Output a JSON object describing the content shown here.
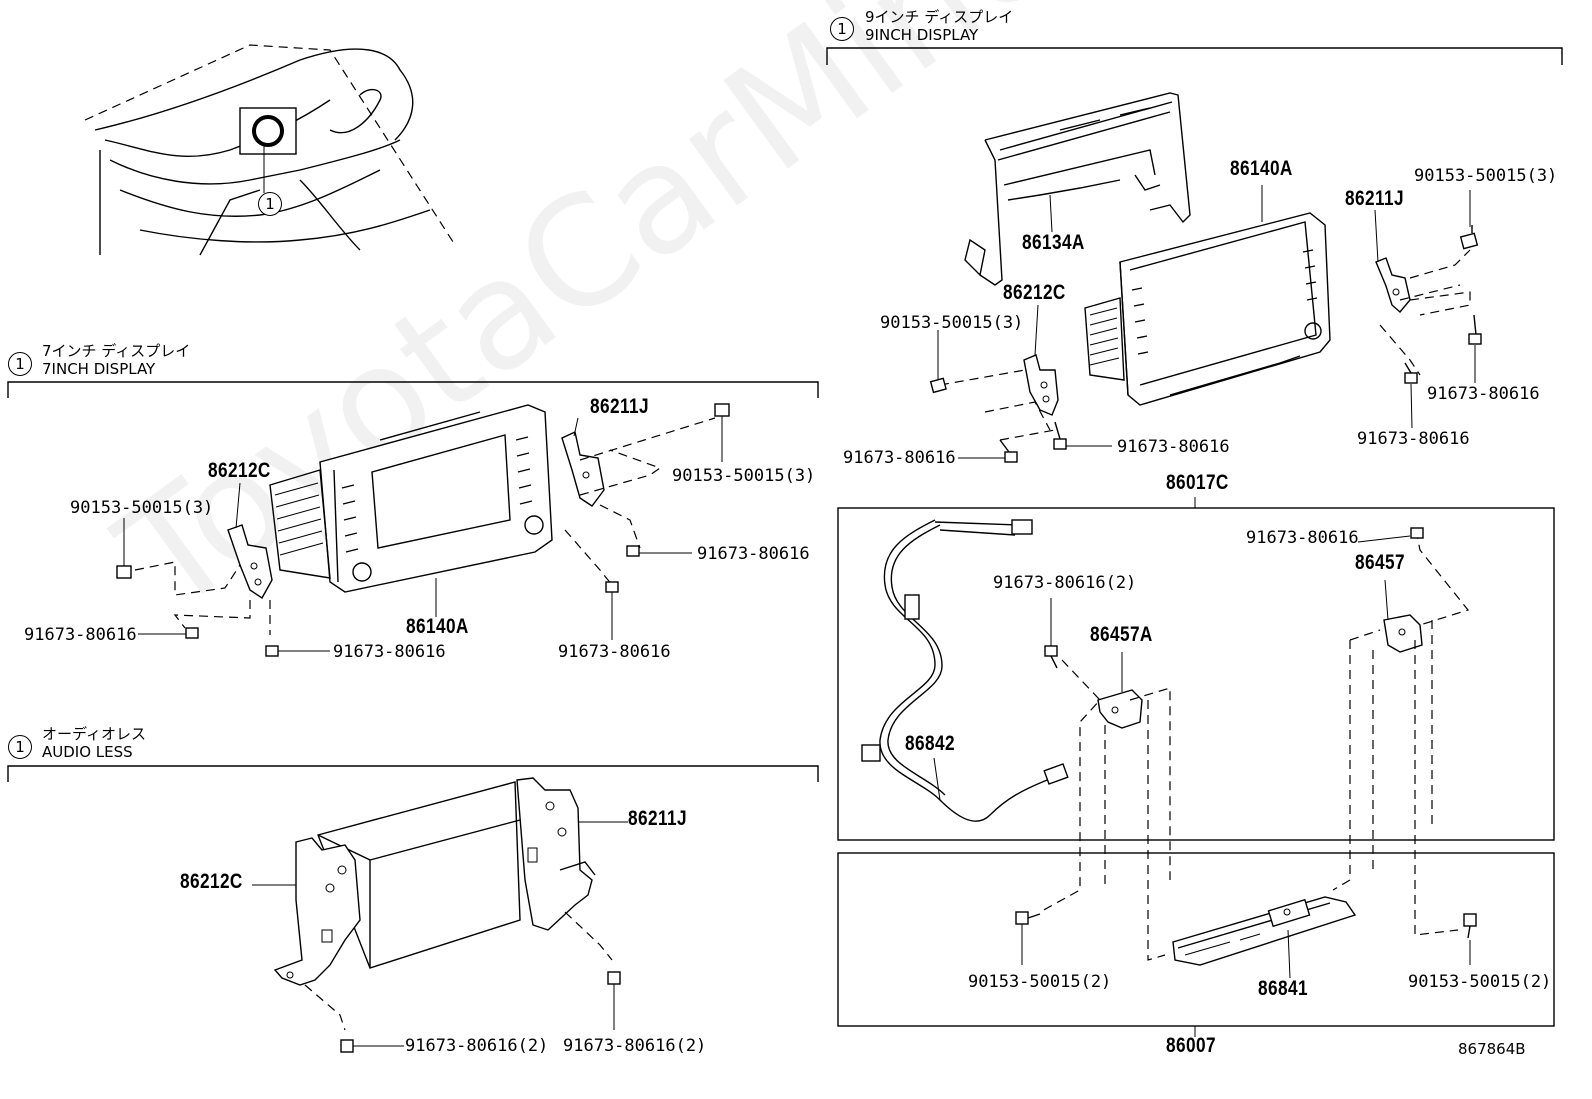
{
  "watermark": "ToyotaCarMine.ru",
  "diagram_code": "867864B",
  "callout_number": "1",
  "sections": {
    "nine_inch": {
      "jp": "9インチ ディスプレイ",
      "en": "9INCH DISPLAY"
    },
    "seven_inch": {
      "jp": "7インチ ディスプレイ",
      "en": "7INCH DISPLAY"
    },
    "audio_less": {
      "jp": "オーディオレス",
      "en": "AUDIO LESS"
    }
  },
  "labels": {
    "p86140A_9": "86140A",
    "p86211J_9": "86211J",
    "p90153_50015_3_9r": "90153-50015(3)",
    "p86134A": "86134A",
    "p86212C_9": "86212C",
    "p90153_50015_3_9l": "90153-50015(3)",
    "p91673_9r1": "91673-80616",
    "p91673_9r2": "91673-80616",
    "p91673_9m": "91673-80616",
    "p91673_9l": "91673-80616",
    "p86017C": "86017C",
    "p91673_k1": "91673-80616",
    "p86457": "86457",
    "p91673_k2": "91673-80616(2)",
    "p86457A": "86457A",
    "p86842": "86842",
    "p90153_50015_2_l": "90153-50015(2)",
    "p86841": "86841",
    "p90153_50015_2_r": "90153-50015(2)",
    "p86007": "86007",
    "p86211J_7": "86211J",
    "p86212C_7": "86212C",
    "p90153_50015_3_7r": "90153-50015(3)",
    "p90153_50015_3_7l": "90153-50015(3)",
    "p91673_7r": "91673-80616",
    "p91673_7l": "91673-80616",
    "p86140A_7": "86140A",
    "p91673_7m": "91673-80616",
    "p91673_7b": "91673-80616",
    "p86211J_a": "86211J",
    "p86212C_a": "86212C",
    "p91673_a1": "91673-80616(2)",
    "p91673_a2": "91673-80616(2)"
  }
}
